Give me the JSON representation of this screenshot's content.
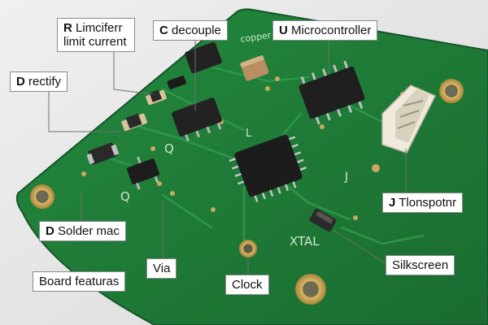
{
  "colors": {
    "background": "#e6e6e6",
    "board": "#1f7a37",
    "board_edge": "#14552a",
    "trace": "#2b8f45",
    "silkscreen": "#cfe6d0",
    "chip": "#222222",
    "pad": "#c8a556"
  },
  "silkscreen_text": {
    "copper": "copper trace",
    "q1": "Q",
    "q2": "Q",
    "l": "L",
    "j": "J",
    "xtal": "XTAL"
  },
  "labels": {
    "r": {
      "letter": "R",
      "line1": "Limciferr",
      "line2": "limit current"
    },
    "c": {
      "letter": "C",
      "text": "decouple"
    },
    "u": {
      "letter": "U",
      "text": "Microcontroller"
    },
    "d_rectify": {
      "letter": "D",
      "text": "rectify"
    },
    "j": {
      "letter": "J",
      "text": "Tlonspotnr"
    },
    "d_solder": {
      "letter": "D",
      "text": "Solder mac"
    },
    "board": {
      "text": "Board featuras"
    },
    "via": {
      "text": "Via"
    },
    "clock": {
      "text": "Clock"
    },
    "silkscreen": {
      "text": "Silkscreen"
    }
  },
  "icons": [
    "pcb-board",
    "resistor",
    "capacitor",
    "microcontroller-chip",
    "diode",
    "transistor",
    "crystal-oscillator",
    "connector-header",
    "mounting-hole",
    "via"
  ]
}
